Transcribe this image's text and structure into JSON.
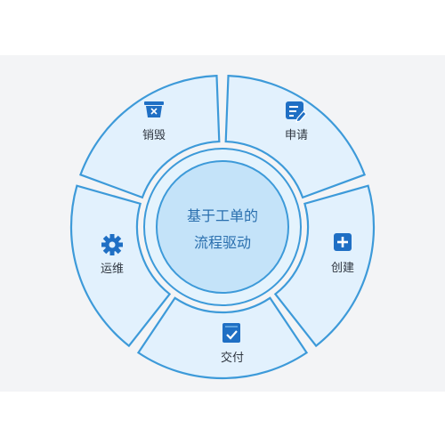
{
  "diagram": {
    "center": {
      "line1": "基于工单的",
      "line2": "流程驱动"
    },
    "segments": [
      {
        "label": "申请",
        "icon": "edit-document-icon"
      },
      {
        "label": "创建",
        "icon": "add-icon"
      },
      {
        "label": "交付",
        "icon": "check-document-icon"
      },
      {
        "label": "运维",
        "icon": "gear-icon"
      },
      {
        "label": "销毁",
        "icon": "trash-icon"
      }
    ]
  },
  "colors": {
    "segment_fill": "#e2f1fd",
    "outline": "#3d9ad9",
    "hub_fill": "#c4e3f9",
    "icon": "#1f6fc4",
    "center_text": "#2a6fae",
    "panel_background": "#f3f4f6"
  }
}
